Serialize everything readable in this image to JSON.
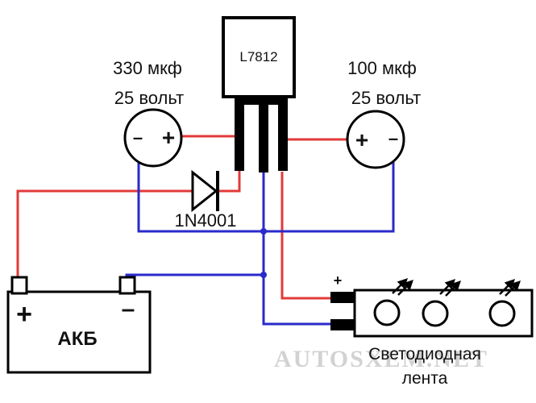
{
  "colors": {
    "positive_wire": "#e23a3a",
    "negative_wire": "#2a2acb",
    "component_stroke": "#000000",
    "background": "#ffffff"
  },
  "regulator": {
    "label": "L7812"
  },
  "cap_left": {
    "line1": "330 мкф",
    "line2": "25 вольт",
    "minus": "–",
    "plus": "+"
  },
  "cap_right": {
    "line1": "100 мкф",
    "line2": "25 вольт",
    "plus": "+",
    "minus": "–"
  },
  "diode": {
    "label": "1N4001"
  },
  "battery": {
    "label": "АКБ",
    "plus": "+",
    "minus": "–"
  },
  "led_strip": {
    "plus": "+",
    "line1": "Светодиодная",
    "line2": "лента"
  },
  "watermark": {
    "text": "AUTOSXEM.NET"
  }
}
